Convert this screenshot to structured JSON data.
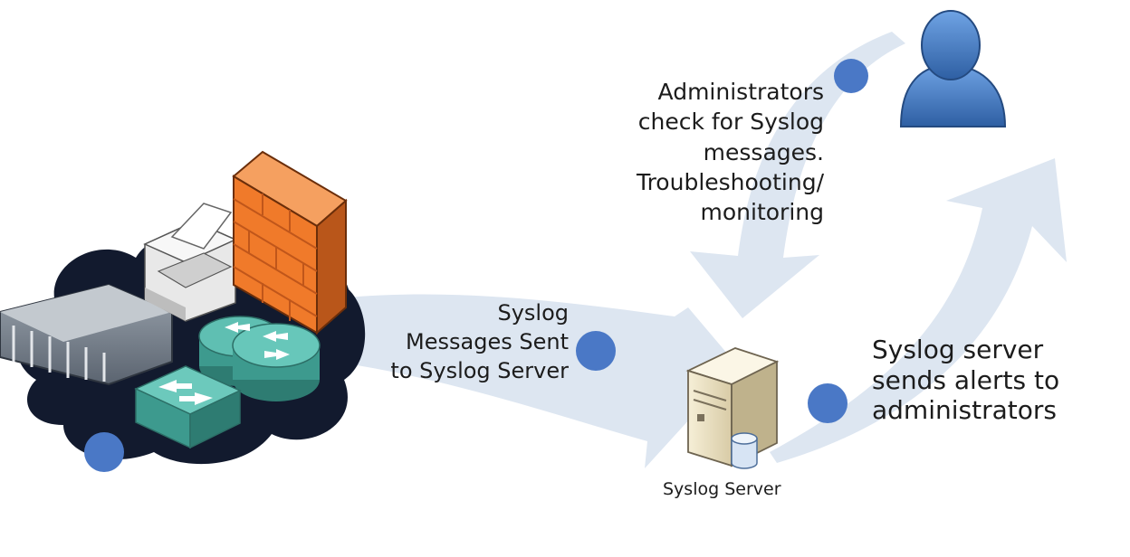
{
  "labels": {
    "admin_check": [
      "Administrators",
      "check for Syslog",
      "messages.",
      "Troubleshooting/",
      "monitoring"
    ],
    "messages_sent": [
      "Syslog",
      "Messages Sent",
      "to Syslog Server"
    ],
    "alerts": [
      "Syslog server",
      "sends alerts to",
      "administrators"
    ],
    "server": "Syslog Server"
  },
  "icons": [
    "network-devices-cloud",
    "firewall",
    "printer",
    "router",
    "switch",
    "rack-server",
    "syslog-server",
    "database",
    "administrator"
  ],
  "colors": {
    "arrow": "#dde6f1",
    "step_marker": "#4a78c6",
    "cloud": "#121a2e",
    "firewall": "#f07a2a",
    "router": "#3d9a8e",
    "admin_person": "#4f86cf"
  }
}
